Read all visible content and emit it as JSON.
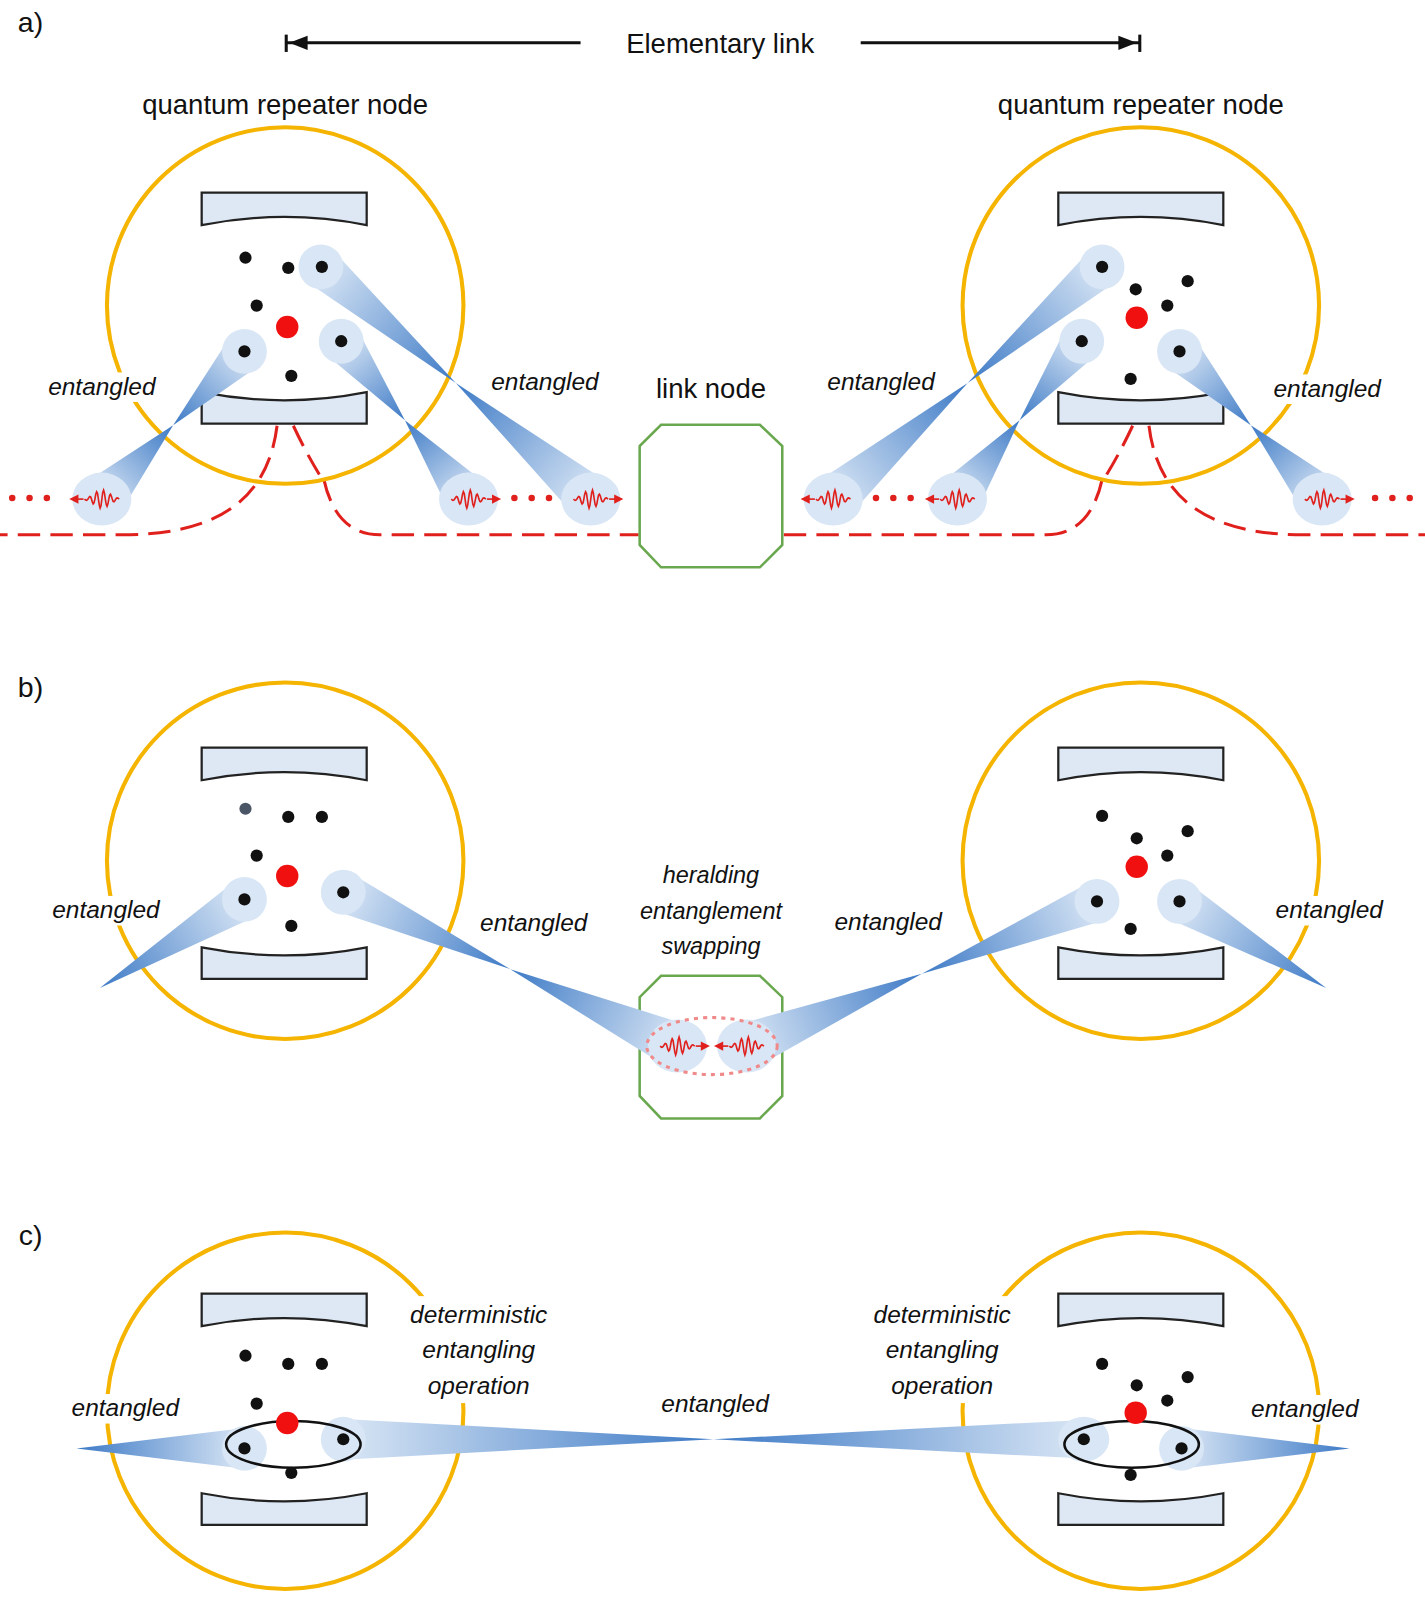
{
  "diagram": {
    "nodes": [
      {
        "text": [
          "quantum repeater node"
        ]
      },
      {
        "text": [
          "link node"
        ]
      },
      {
        "text": [
          "quantum repeater node"
        ]
      },
      {
        "text": [
          "heralding entanglement swapping"
        ]
      }
    ],
    "edges": [
      {
        "from": 0,
        "to": 1,
        "arrow": "none"
      },
      {
        "from": 2,
        "to": 1,
        "arrow": "none"
      }
    ],
    "labels": [
      "a)",
      "Elementary link",
      "entangled",
      "entangled",
      "entangled",
      "entangled",
      "b)",
      "entangled",
      "entangled",
      "entangled",
      "entangled",
      "c)",
      "deterministic entangling operation",
      "deterministic entangling operation",
      "entangled",
      "entangled",
      "entangled"
    ]
  }
}
